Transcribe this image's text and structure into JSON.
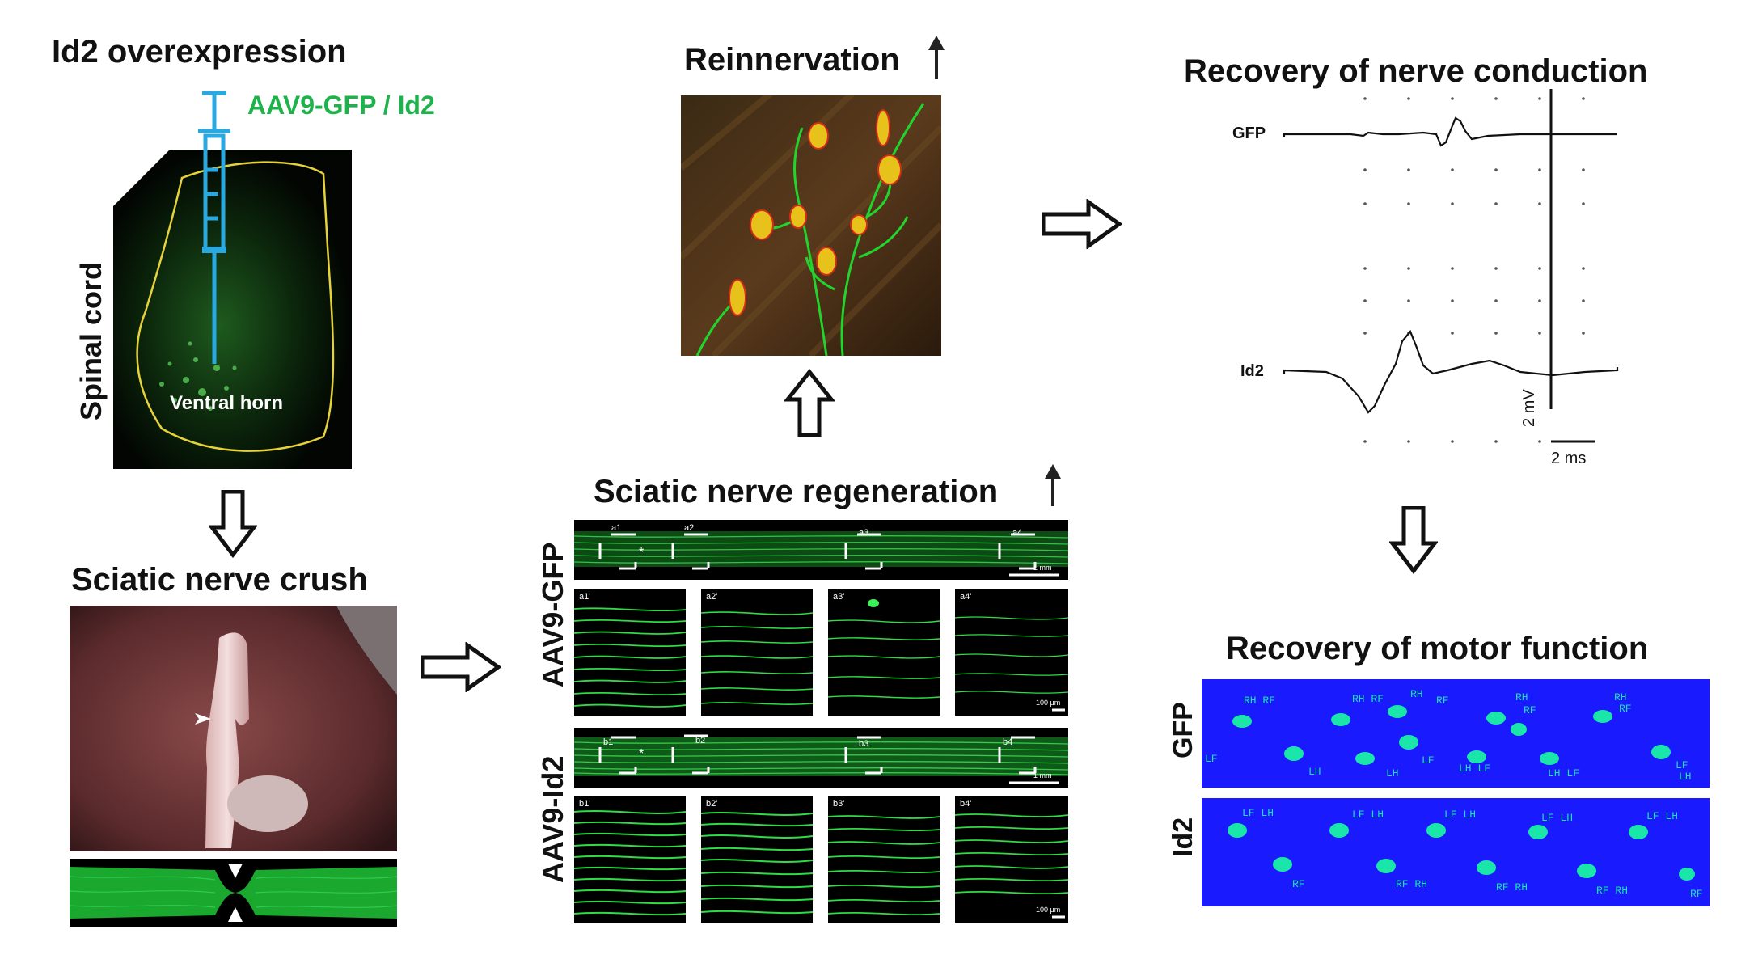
{
  "panel1": {
    "title": "Id2 overexpression",
    "vector": "AAV9-GFP / Id2",
    "side_label": "Spinal cord",
    "region": "Ventral horn"
  },
  "panel2": {
    "title": "Sciatic nerve crush"
  },
  "panel3": {
    "title": "Sciatic nerve regeneration",
    "group_gfp": "AAV9-GFP",
    "group_id2": "AAV9-Id2",
    "top_labels_a": [
      "a1",
      "a2",
      "a3",
      "a4"
    ],
    "zoom_labels_a": [
      "a1'",
      "a2'",
      "a3'",
      "a4'"
    ],
    "top_labels_b": [
      "b1",
      "b2",
      "b3",
      "b4"
    ],
    "zoom_labels_b": [
      "b1'",
      "b2'",
      "b3'",
      "b4'"
    ],
    "scale_mm": "1 mm",
    "scale_um": "100 μm",
    "asterisk": "*"
  },
  "panel4": {
    "title": "Reinnervation"
  },
  "panel5": {
    "title": "Recovery of nerve conduction",
    "trace_gfp": "GFP",
    "trace_id2": "Id2",
    "scale_v": "2 mV",
    "scale_t": "2 ms"
  },
  "panel6": {
    "title": "Recovery of motor function",
    "row_gfp": "GFP",
    "row_id2": "Id2",
    "paw_labels": [
      "RH",
      "RF",
      "LH",
      "LF"
    ]
  },
  "colors": {
    "vector_green": "#1db34a",
    "syringe_blue": "#29a9e0",
    "gait_blue": "#1a1aff",
    "paw_cyan": "#19e6a8"
  }
}
